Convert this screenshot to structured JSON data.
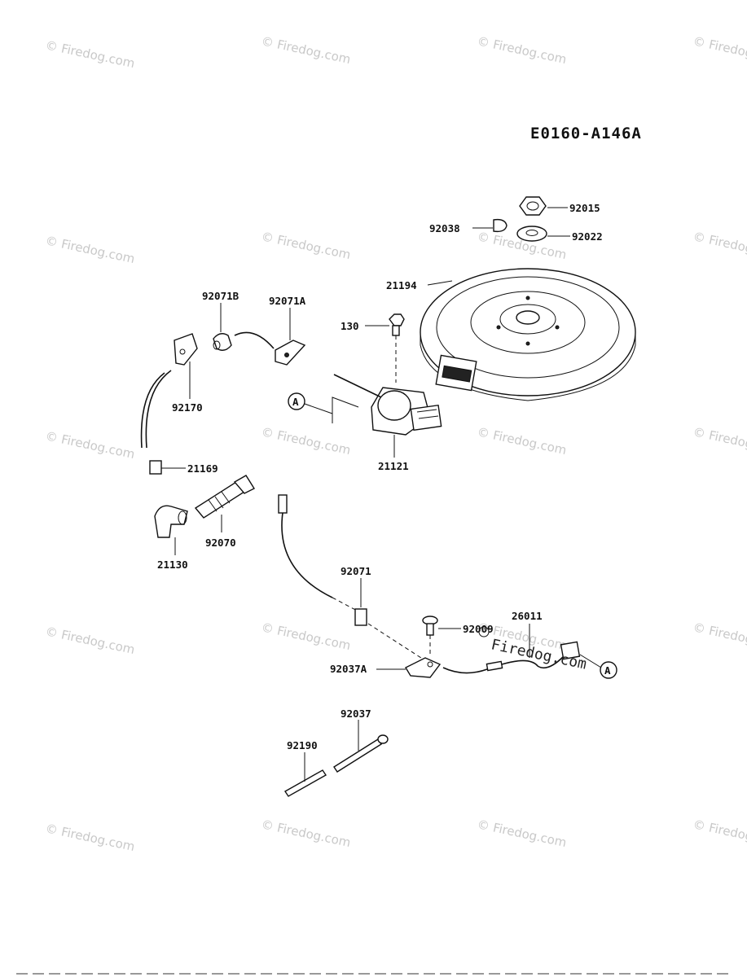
{
  "diagram": {
    "reference_code": "E0160-A146A",
    "watermark": "© Firedog.com",
    "overlay_watermark": "Firedog.com",
    "connector_marker": "A",
    "parts": {
      "nut": "92015",
      "key": "92038",
      "washer": "92022",
      "flywheel": "21194",
      "bolt_130": "130",
      "clamp_92071b": "92071B",
      "clamp_92071a": "92071A",
      "terminal": "92170",
      "ignition_coil": "21121",
      "cap_21169": "21169",
      "spark_plug": "92070",
      "plug_cap": "21130",
      "clamp_92071": "92071",
      "screw": "92009",
      "stop_switch_lead": "26011",
      "bracket": "92037A",
      "pin_92037": "92037",
      "pin_92190": "92190"
    }
  }
}
